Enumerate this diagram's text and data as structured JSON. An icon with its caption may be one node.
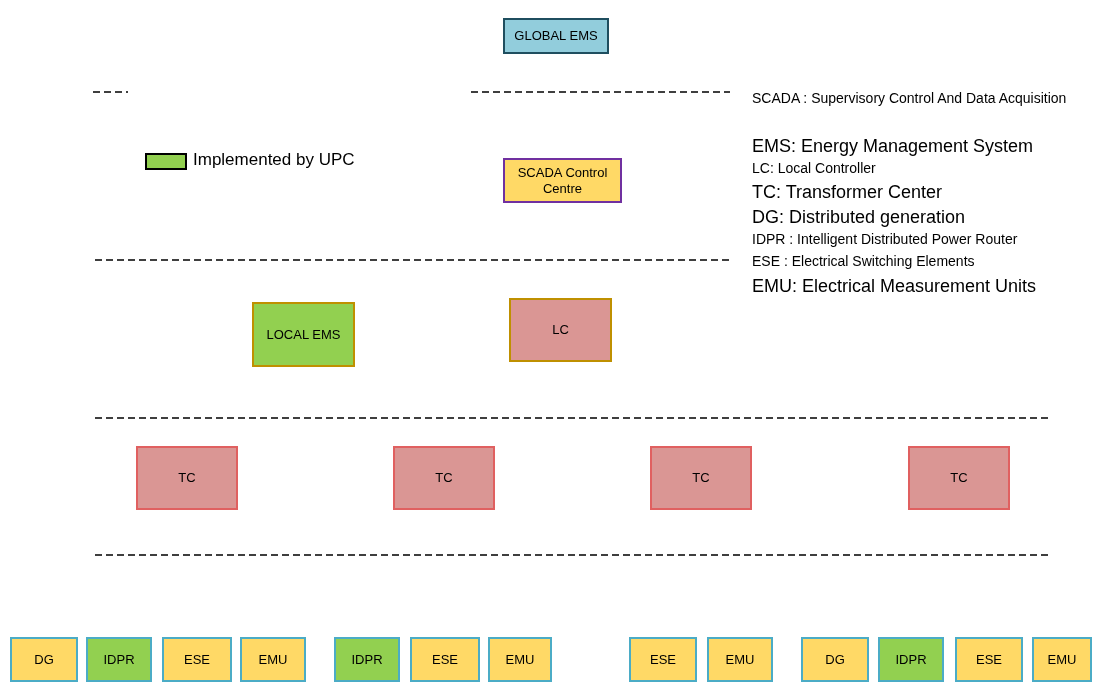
{
  "diagram": {
    "nodes": [
      {
        "text": [
          "GLOBAL EMS"
        ]
      },
      {
        "text": [
          "SCADA Control Centre"
        ]
      },
      {
        "text": [
          "LOCAL EMS"
        ]
      },
      {
        "text": [
          "LC"
        ]
      },
      {
        "text": [
          "TC"
        ]
      },
      {
        "text": [
          "TC"
        ]
      },
      {
        "text": [
          "TC"
        ]
      },
      {
        "text": [
          "TC"
        ]
      },
      {
        "text": [
          "DG"
        ]
      },
      {
        "text": [
          "IDPR"
        ]
      },
      {
        "text": [
          "ESE"
        ]
      },
      {
        "text": [
          "EMU"
        ]
      },
      {
        "text": [
          "IDPR"
        ]
      },
      {
        "text": [
          "ESE"
        ]
      },
      {
        "text": [
          "EMU"
        ]
      },
      {
        "text": [
          "ESE"
        ]
      },
      {
        "text": [
          "EMU"
        ]
      },
      {
        "text": [
          "DG"
        ]
      },
      {
        "text": [
          "IDPR"
        ]
      },
      {
        "text": [
          "ESE"
        ]
      },
      {
        "text": [
          "EMU"
        ]
      }
    ],
    "edges": [],
    "labels": [
      "SCADA : Supervisory Control And Data Acquisition",
      "EMS: Energy Management System",
      "LC: Local Controller",
      "TC: Transformer Center",
      "DG: Distributed generation",
      "IDPR : Intelligent Distributed Power Router",
      "ESE : Electrical Switching Elements",
      "EMU: Electrical Measurement Units"
    ],
    "legend": [
      {
        "text": "Implemented by UPC",
        "color": "#92d050"
      }
    ]
  }
}
